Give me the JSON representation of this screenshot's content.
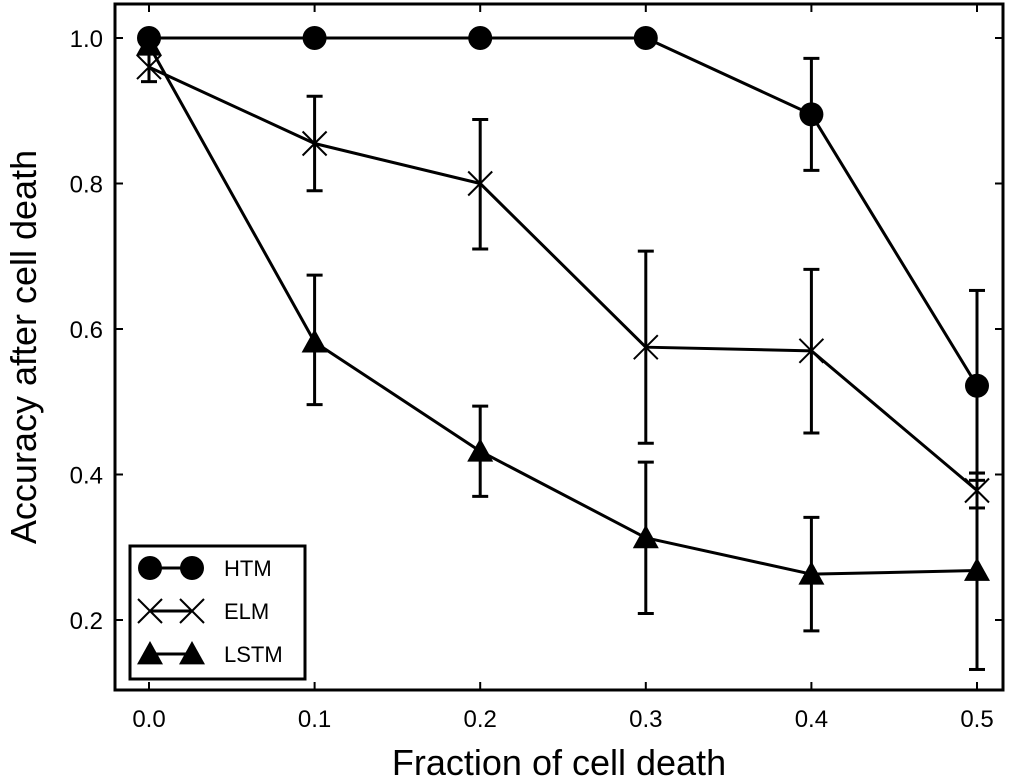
{
  "chart_data": {
    "type": "line",
    "xlabel": "Fraction of cell death",
    "ylabel": "Accuracy after cell death",
    "x": [
      0.0,
      0.1,
      0.2,
      0.3,
      0.4,
      0.5
    ],
    "xticks": [
      "0.0",
      "0.1",
      "0.2",
      "0.3",
      "0.4",
      "0.5"
    ],
    "yticks": [
      "0.2",
      "0.4",
      "0.6",
      "0.8",
      "1.0"
    ],
    "xlim": [
      -0.02,
      0.51
    ],
    "ylim": [
      0.1,
      1.05
    ],
    "grid": false,
    "legend_position": "bottom-left",
    "series": [
      {
        "name": "HTM",
        "marker": "circle",
        "values": [
          1.0,
          1.0,
          1.0,
          1.0,
          0.895,
          0.522
        ],
        "err_low": [
          null,
          null,
          null,
          null,
          0.818,
          0.392
        ],
        "err_high": [
          null,
          null,
          null,
          null,
          0.972,
          0.653
        ]
      },
      {
        "name": "ELM",
        "marker": "x",
        "values": [
          0.96,
          0.855,
          0.8,
          0.575,
          0.57,
          0.378
        ],
        "err_low": [
          0.94,
          0.79,
          0.71,
          0.443,
          0.457,
          0.354
        ],
        "err_high": [
          0.98,
          0.92,
          0.888,
          0.707,
          0.682,
          0.402
        ]
      },
      {
        "name": "LSTM",
        "marker": "triangle",
        "values": [
          0.99,
          0.582,
          0.432,
          0.313,
          0.263,
          0.268
        ],
        "err_low": [
          null,
          0.496,
          0.37,
          0.209,
          0.185,
          0.132
        ],
        "err_high": [
          null,
          0.674,
          0.494,
          0.417,
          0.341,
          0.402
        ]
      }
    ]
  }
}
